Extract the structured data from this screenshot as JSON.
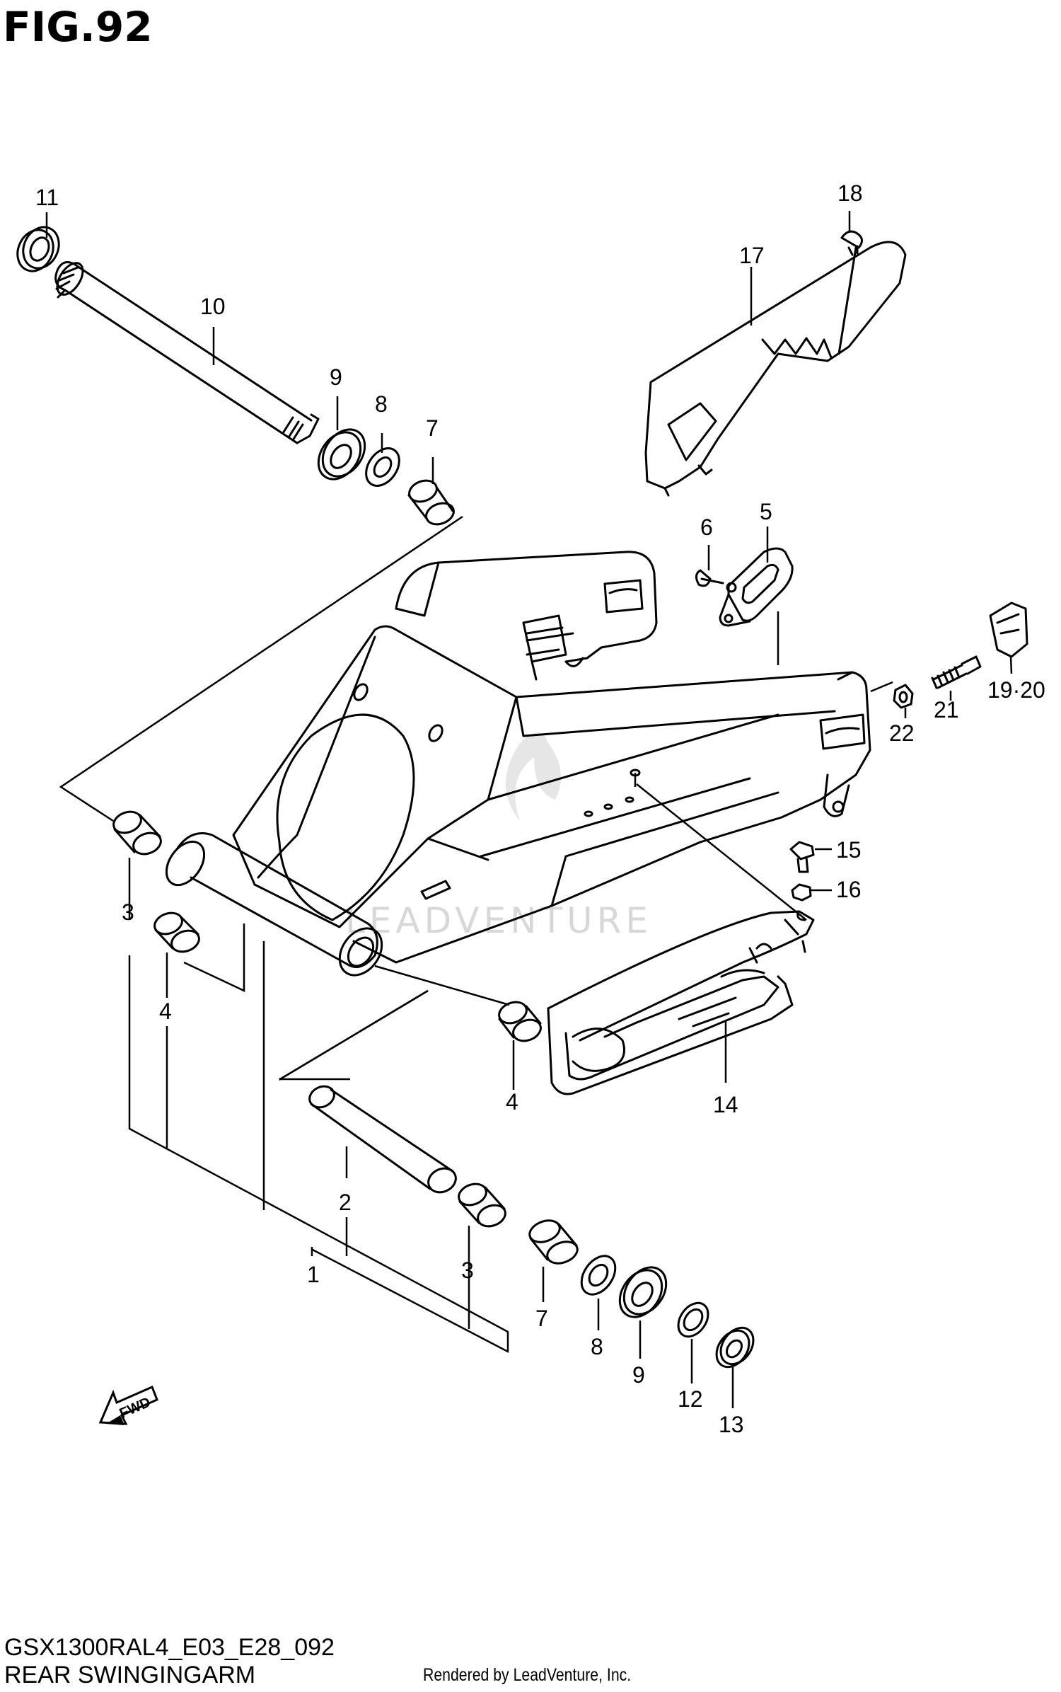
{
  "figure": {
    "title": "FIG.92",
    "code": "GSX1300RAL4_E03_E28_092",
    "name": "REAR SWINGINGARM",
    "credit": "Rendered by LeadVenture, Inc.",
    "watermark": "LEADVENTURE",
    "fwd_label": "FWD"
  },
  "callouts": [
    {
      "id": "c1",
      "text": "1"
    },
    {
      "id": "c2",
      "text": "2"
    },
    {
      "id": "c3a",
      "text": "3"
    },
    {
      "id": "c3b",
      "text": "3"
    },
    {
      "id": "c4a",
      "text": "4"
    },
    {
      "id": "c4b",
      "text": "4"
    },
    {
      "id": "c5",
      "text": "5"
    },
    {
      "id": "c6",
      "text": "6"
    },
    {
      "id": "c7a",
      "text": "7"
    },
    {
      "id": "c7b",
      "text": "7"
    },
    {
      "id": "c8a",
      "text": "8"
    },
    {
      "id": "c8b",
      "text": "8"
    },
    {
      "id": "c9a",
      "text": "9"
    },
    {
      "id": "c9b",
      "text": "9"
    },
    {
      "id": "c10",
      "text": "10"
    },
    {
      "id": "c11",
      "text": "11"
    },
    {
      "id": "c12",
      "text": "12"
    },
    {
      "id": "c13",
      "text": "13"
    },
    {
      "id": "c14",
      "text": "14"
    },
    {
      "id": "c15",
      "text": "15"
    },
    {
      "id": "c16",
      "text": "16"
    },
    {
      "id": "c17",
      "text": "17"
    },
    {
      "id": "c18",
      "text": "18"
    },
    {
      "id": "c1920",
      "text": "19·20"
    },
    {
      "id": "c21",
      "text": "21"
    },
    {
      "id": "c22",
      "text": "22"
    }
  ]
}
